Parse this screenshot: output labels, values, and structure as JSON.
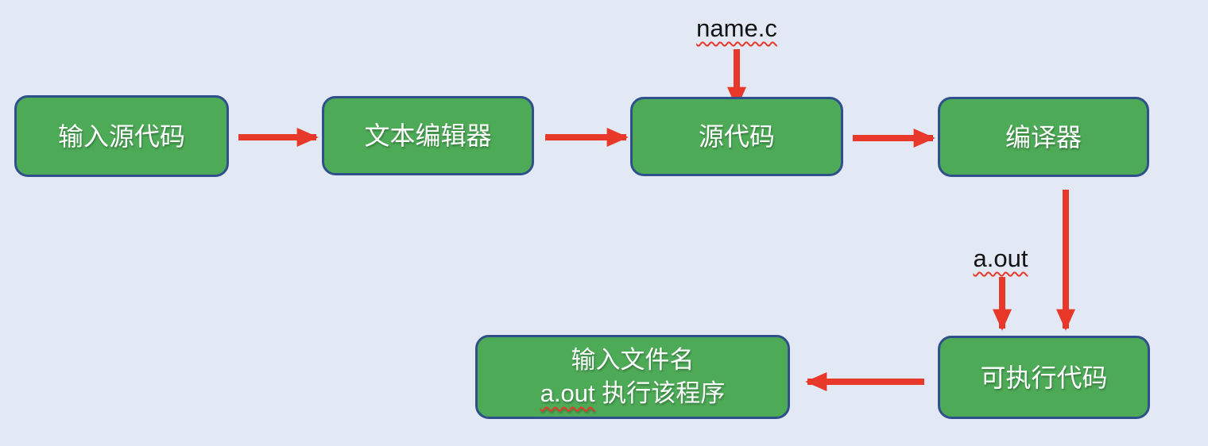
{
  "colors": {
    "bg": "#e2e9f4",
    "box_fill": "#4daa57",
    "box_border": "#30508c",
    "arrow": "#e8382a",
    "box_text": "#ffffff",
    "label_text": "#141414"
  },
  "nodes": [
    {
      "id": "input-source-code",
      "label": "输入源代码"
    },
    {
      "id": "text-editor",
      "label": "文本编辑器"
    },
    {
      "id": "source-code",
      "label": "源代码"
    },
    {
      "id": "compiler",
      "label": "编译器"
    },
    {
      "id": "executable-code",
      "label": "可执行代码"
    },
    {
      "id": "run-program",
      "line1": "输入文件名",
      "line2_code": "a.out",
      "line2_rest": " 执行该程序"
    }
  ],
  "file_labels": {
    "source_file": "name.c",
    "output_file": "a.out"
  },
  "arrows": [
    {
      "name": "arrow-input-to-editor",
      "from": "input-source-code",
      "to": "text-editor"
    },
    {
      "name": "arrow-editor-to-source",
      "from": "text-editor",
      "to": "source-code"
    },
    {
      "name": "arrow-source-to-compiler",
      "from": "source-code",
      "to": "compiler"
    },
    {
      "name": "arrow-namec-to-source",
      "from": "name.c label",
      "to": "source-code"
    },
    {
      "name": "arrow-compiler-to-executable",
      "from": "compiler",
      "to": "executable-code"
    },
    {
      "name": "arrow-aout-to-executable",
      "from": "a.out label",
      "to": "executable-code"
    },
    {
      "name": "arrow-executable-to-run",
      "from": "executable-code",
      "to": "run-program"
    }
  ]
}
